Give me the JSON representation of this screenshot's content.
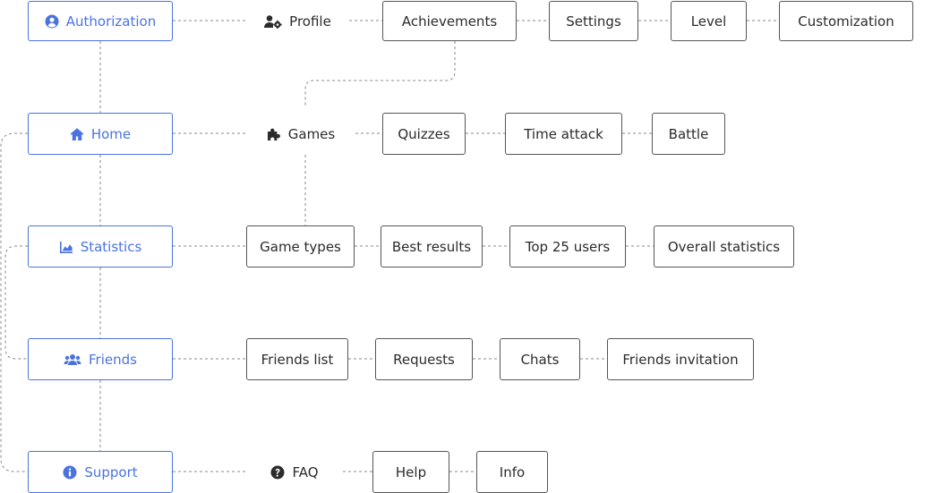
{
  "accent": "#4a73e0",
  "line_color": "#8a8a8a",
  "main_nav": {
    "authorization": {
      "label": "Authorization",
      "icon": "user-circle-icon"
    },
    "home": {
      "label": "Home",
      "icon": "home-icon"
    },
    "statistics": {
      "label": "Statistics",
      "icon": "chart-icon"
    },
    "friends": {
      "label": "Friends",
      "icon": "users-icon"
    },
    "support": {
      "label": "Support",
      "icon": "info-circle-icon"
    }
  },
  "authorization_branch": {
    "profile": {
      "label": "Profile",
      "icon": "user-gear-icon"
    },
    "achievements": "Achievements",
    "settings": "Settings",
    "level": "Level",
    "customization": "Customization"
  },
  "home_branch": {
    "games": {
      "label": "Games",
      "icon": "puzzle-icon"
    },
    "quizzes": "Quizzes",
    "time_attack": "Time attack",
    "battle": "Battle"
  },
  "statistics_branch": {
    "game_types": "Game types",
    "best_results": "Best results",
    "top_users": "Top 25 users",
    "overall_statistics": "Overall statistics"
  },
  "friends_branch": {
    "friends_list": "Friends list",
    "requests": "Requests",
    "chats": "Chats",
    "friends_invitation": "Friends invitation"
  },
  "support_branch": {
    "faq": {
      "label": "FAQ",
      "icon": "question-circle-icon"
    },
    "help": "Help",
    "info": "Info"
  }
}
